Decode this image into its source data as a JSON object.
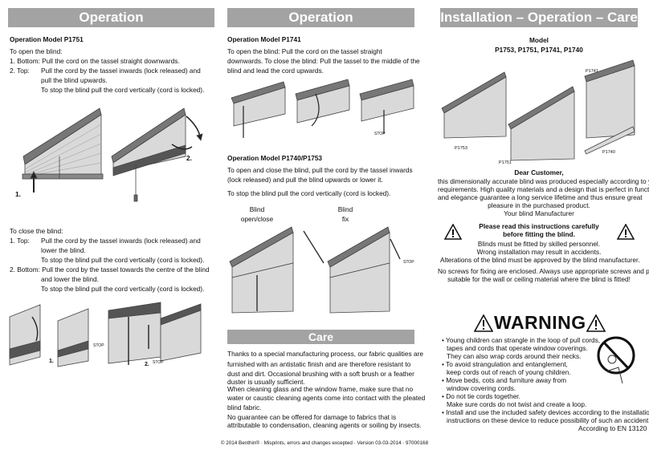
{
  "headers": {
    "left": "Operation",
    "middle": "Operation",
    "right": "Installation – Operation – Care"
  },
  "left": {
    "title": "Operation Model P1751",
    "open_intro": "To open the blind:",
    "open_1": "1. Bottom: Pull the cord on the tassel straight downwards.",
    "open_2a": "2. Top:",
    "open_2b": "Pull the cord by the tassel inwards (lock released) and",
    "open_2c": "pull the blind upwards.",
    "open_2d": "To stop the blind pull the cord vertically (cord is locked).",
    "close_intro": "To close the blind:",
    "close_1a": "1. Top:",
    "close_1b": "Pull the cord by the tassel inwards (lock released) and",
    "close_1c": "lower the blind.",
    "close_1d": "To stop the blind pull the cord vertically (cord is locked).",
    "close_2a": "2. Bottom: Pull the cord by the tassel towards the centre of the blind",
    "close_2b": "and lower the blind.",
    "close_2c": "To stop the blind pull the cord vertically (cord is locked).",
    "label_1": "1.",
    "label_2": "2.",
    "label_1b": "1.",
    "label_2b": "2.",
    "stop_a": "STOP",
    "stop_b": "STOP"
  },
  "middle": {
    "title1": "Operation Model P1741",
    "p1a": "To open the blind: Pull the cord on the tassel straight",
    "p1b": "downwards. To close the blind: Pull the tassel to the middle of the",
    "p1c": "blind and lead the cord upwards.",
    "stop": "STOP",
    "title2": "Operation Model P1740/P1753",
    "p2a": "To open and close the blind, pull the cord by the tassel inwards",
    "p2b": "(lock released) and pull the blind upwards or lower it.",
    "p3": "To stop the blind pull the cord vertically (cord is locked).",
    "blind1a": "Blind",
    "blind1b": "open/close",
    "blind2a": "Blind",
    "blind2b": "fix",
    "stop2": "STOP",
    "care_title": "Care",
    "care1a": "Thanks to a special manufacturing process, our fabric qualities are",
    "care1b": "furnished with an antistatic finish and are therefore resistant to",
    "care1c": "dust and dirt. Occasional brushing with a soft brush or a feather",
    "care1d": "duster is usually sufficient.",
    "care2a": "When cleaning glass and the window frame, make sure that no",
    "care2b": "water or caustic cleaning agents come into contact with the pleated",
    "care2c": "blind fabric.",
    "care3a": "No guarantee can be offered for damage to fabrics that is",
    "care3b": "attributable to condensation, cleaning agents or soiling by insects."
  },
  "right": {
    "model_a": "Model",
    "model_b": "P1753, P1751, P1741, P1740",
    "lbl_p1741": "P1741",
    "lbl_p1753": "P1753",
    "lbl_p1751": "P1751",
    "lbl_p1740": "P1740",
    "dear": "Dear Customer,",
    "d1": "this dimensionally accurate blind was produced especially according to your",
    "d2": "requirements. High quality materials and a design that is perfect in function",
    "d3": "and elegance guarantee a long service lifetime and thus ensure great",
    "d4": "pleasure in the purchased product.",
    "d5": "Your blind Manufacturer",
    "read1": "Please read this instructions carefully",
    "read2": "before fitting the blind.",
    "r1": "Blinds must be fitted by skilled personnel.",
    "r2": "Wrong installation may result in accidents.",
    "r3": "Alterations of the blind must be approved by the blind manufacturer.",
    "s1": "No screws for fixing are enclosed. Always use appropriate screws and plugs",
    "s2": "suitable for the wall or ceiling material where the blind is fitted!",
    "warning": "WARNING",
    "w1": "• Young children can strangle in the loop of pull cords,",
    "w2": "tapes and cords that operate window coverings.",
    "w3": "They can also wrap cords around their necks.",
    "w4": "• To avoid strangulation and entanglement,",
    "w5": "keep cords out of reach of young children.",
    "w6": "• Move beds, cots and furniture away from",
    "w7": "window covering cords.",
    "w8": "• Do not tie cords together.",
    "w9": "Make sure cords do not twist and create a loop.",
    "w10": "• Install and use the included safety devices according to the installation",
    "w11": "instructions on these device to reduce possibility of such an accident.",
    "w12": "According to EN 13120"
  },
  "footer": "© 2014 Benthin® · Misprints, errors and changes excepted · Version 03-03-2014 · 97000168"
}
